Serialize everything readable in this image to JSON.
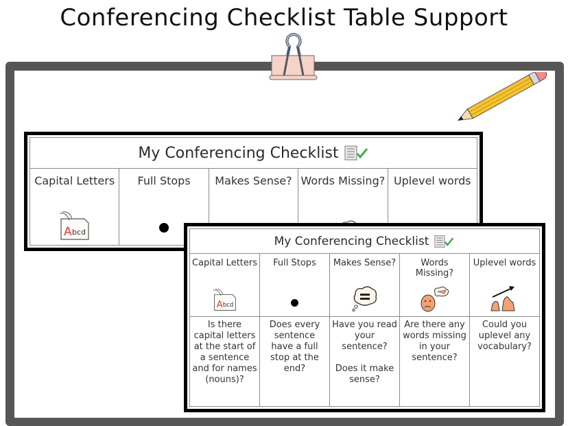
{
  "page": {
    "title": "Conferencing Checklist Table Support"
  },
  "decorations": {
    "clip_icon": "binder-clip",
    "pencil_icon": "pencil",
    "board_frame_color": "#565656",
    "clip_color": "#f6d3c8",
    "pencil_color": "#f5c231",
    "eraser_color": "#f08c8c"
  },
  "checklist_back": {
    "title": "My Conferencing Checklist",
    "title_icon": "checklist-document-check",
    "columns": [
      {
        "label": "Capital Letters",
        "icon": "abcd-capital-letter"
      },
      {
        "label": "Full Stops",
        "icon": "full-stop-dot"
      },
      {
        "label": "Makes Sense?",
        "icon": "thought-bubble-equals"
      },
      {
        "label": "Words Missing?",
        "icon": "confused-face-thought"
      },
      {
        "label": "Uplevel words",
        "icon": "thumbs-up-arrow"
      }
    ]
  },
  "checklist_front": {
    "title": "My Conferencing Checklist",
    "title_icon": "checklist-document-check",
    "columns": [
      {
        "label": "Capital Letters",
        "icon": "abcd-capital-letter",
        "question": "Is there capital letters at the start of a sentence and for names (nouns)?"
      },
      {
        "label": "Full Stops",
        "icon": "full-stop-dot",
        "question": "Does every sentence have a full stop at the end?"
      },
      {
        "label": "Makes Sense?",
        "icon": "thought-bubble-equals",
        "question": "Have you read your sentence?",
        "question_2": "Does it make sense?"
      },
      {
        "label": "Words Missing?",
        "icon": "confused-face-thought",
        "question": "Are there any words missing in your sentence?"
      },
      {
        "label": "Uplevel words",
        "icon": "thumbs-up-arrow",
        "question": "Could you uplevel any vocabulary?"
      }
    ]
  }
}
